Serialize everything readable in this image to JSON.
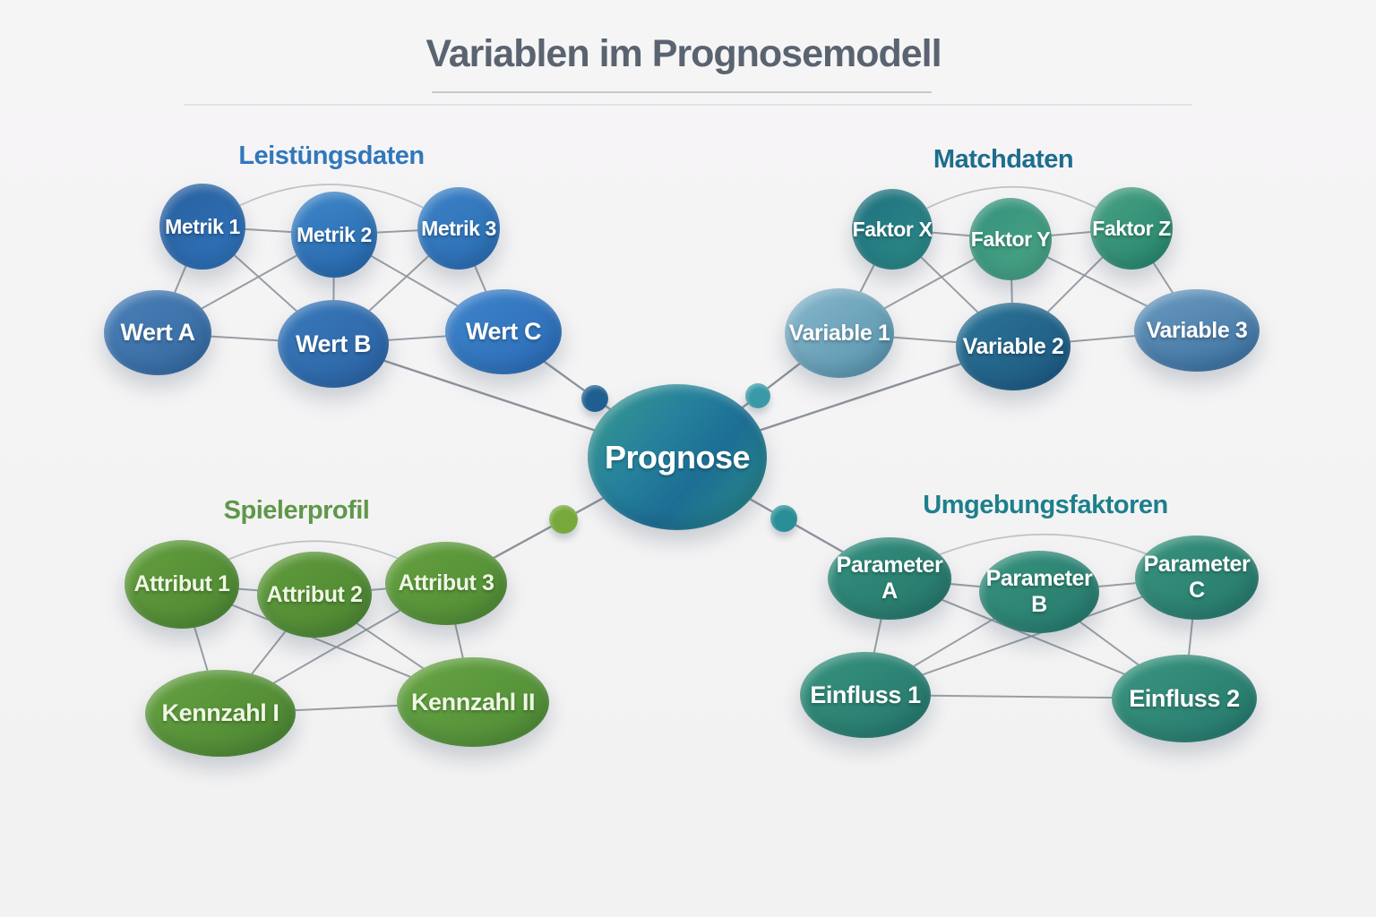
{
  "title": "Variablen im Prognosemodell",
  "center_node": {
    "label": "Prognose"
  },
  "clusters": {
    "leistungsdaten": {
      "heading": "Leistüngsdaten",
      "heading_color": "#3277bb",
      "nodes": [
        {
          "label": "Metrik 1"
        },
        {
          "label": "Metrik 2"
        },
        {
          "label": "Metrik 3"
        },
        {
          "label": "Wert A"
        },
        {
          "label": "Wert B"
        },
        {
          "label": "Wert C"
        }
      ]
    },
    "matchdaten": {
      "heading": "Matchdaten",
      "heading_color": "#1d6d8e",
      "nodes": [
        {
          "label": "Faktor X"
        },
        {
          "label": "Faktor Y"
        },
        {
          "label": "Faktor Z"
        },
        {
          "label": "Variable 1"
        },
        {
          "label": "Variable 2"
        },
        {
          "label": "Variable 3"
        }
      ]
    },
    "spielerprofil": {
      "heading": "Spielerprofil",
      "heading_color": "#5f9749",
      "nodes": [
        {
          "label": "Attribut 1"
        },
        {
          "label": "Attribut 2"
        },
        {
          "label": "Attribut 3"
        },
        {
          "label": "Kennzahl I"
        },
        {
          "label": "Kennzahl II"
        }
      ]
    },
    "umgebungsfaktoren": {
      "heading": "Umgebungsfaktoren",
      "heading_color": "#1e7f8c",
      "nodes": [
        {
          "label": "Parameter A"
        },
        {
          "label": "Parameter B"
        },
        {
          "label": "Parameter C"
        },
        {
          "label": "Einfluss 1"
        },
        {
          "label": "Einfluss 2"
        }
      ]
    }
  },
  "colors": {
    "background": "#f5f4f4",
    "title_text": "#5a6470",
    "edge_gray": "#8f959c",
    "node_blue": "#2f74bc",
    "node_teal": "#2d8478",
    "node_green": "#579136",
    "node_steel_light": "#6fa3c0",
    "center_gradient_start": "#3a9a8d",
    "center_gradient_end": "#1d6e94",
    "dot_blue": "#1e5e90",
    "dot_teal_top": "#3999a6",
    "dot_green": "#76a83b",
    "dot_teal_bottom": "#2a8e96"
  }
}
